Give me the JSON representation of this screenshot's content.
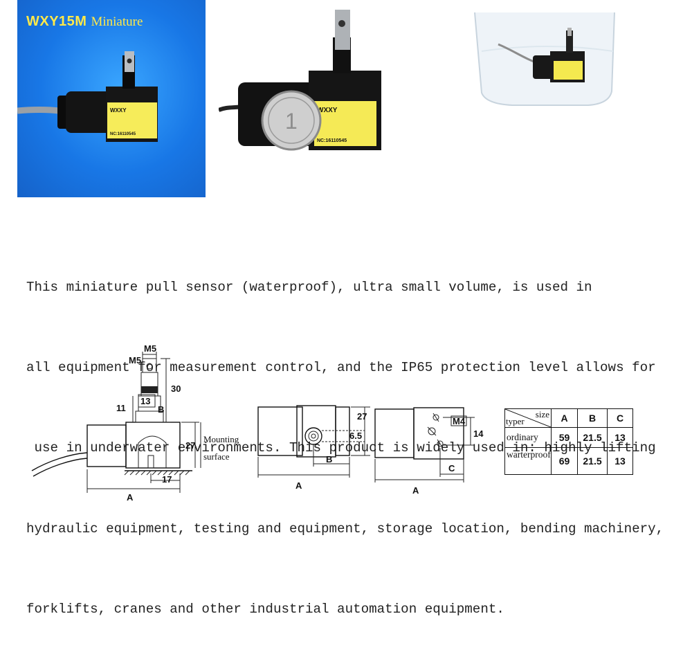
{
  "photos": {
    "brand_model": "WXY15M",
    "brand_tag": "Miniature",
    "label_brand": "WXXY",
    "label_serial": "NC:16110545"
  },
  "description": {
    "lines": [
      "This miniature pull sensor (waterproof), ultra small volume, is used in",
      "all equipment for measurement control, and the IP65 protection level allows for",
      " use in underwater environments. This product is widely used in: highly lifting",
      "hydraulic equipment, testing and equipment, storage location, bending machinery,",
      "forklifts, cranes and other industrial automation equipment."
    ]
  },
  "drawing_side": {
    "m5_top": "M5",
    "m5_side": "M5",
    "dim_30": "30",
    "dim_11": "11",
    "dim_13": "13",
    "dim_b": "B",
    "dim_27": "27",
    "mounting_1": "Mounting",
    "mounting_2": "surface",
    "dim_17": "17",
    "dim_a": "A"
  },
  "drawing_front": {
    "dim_27": "27",
    "dim_65": "6.5",
    "dim_b": "B",
    "dim_a": "A"
  },
  "drawing_end": {
    "dim_m4": "M4",
    "dim_14": "14",
    "dim_c": "C",
    "dim_a": "A"
  },
  "spec_table": {
    "corner_size": "size",
    "corner_type": "typer",
    "headers": [
      "A",
      "B",
      "C"
    ],
    "rows": [
      {
        "label": "ordinary",
        "a": "59",
        "b": "21.5",
        "c": "13"
      },
      {
        "label": "warterproof",
        "a": "69",
        "b": "21.5",
        "c": "13"
      }
    ]
  }
}
